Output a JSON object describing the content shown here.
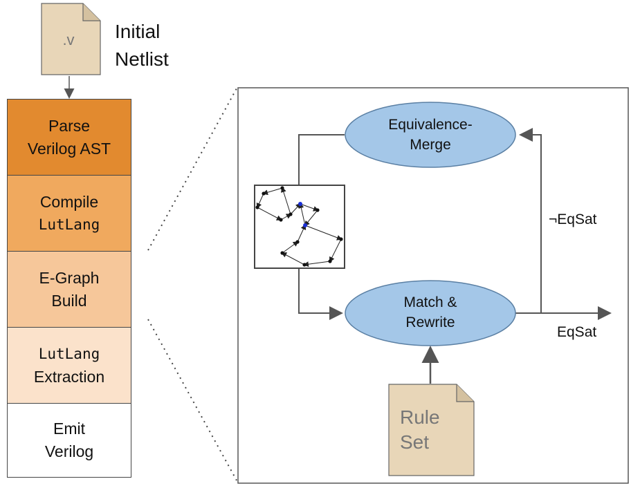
{
  "initial_file": {
    "ext": ".v",
    "label_line1": "Initial",
    "label_line2": "Netlist"
  },
  "pipeline": [
    {
      "line1": "Parse",
      "line2": "Verilog AST",
      "line1_mono": false,
      "line2_mono": false,
      "color": "#e28a2f"
    },
    {
      "line1": "Compile",
      "line2": "LutLang",
      "line1_mono": false,
      "line2_mono": true,
      "color": "#f0a95e"
    },
    {
      "line1": "E-Graph",
      "line2": "Build",
      "line1_mono": false,
      "line2_mono": false,
      "color": "#f6c79a"
    },
    {
      "line1": "LutLang",
      "line2": "Extraction",
      "line1_mono": true,
      "line2_mono": false,
      "color": "#fbe2cb"
    },
    {
      "line1": "Emit",
      "line2": "Verilog",
      "line1_mono": false,
      "line2_mono": false,
      "color": "#ffffff"
    }
  ],
  "detail": {
    "merge_line1": "Equivalence-",
    "merge_line2": "Merge",
    "rewrite_line1": "Match &",
    "rewrite_line2": "Rewrite",
    "not_eqsat": "¬EqSat",
    "eqsat": "EqSat",
    "rule_line1": "Rule",
    "rule_line2": "Set"
  },
  "colors": {
    "ellipse_fill": "#a4c7e8",
    "ellipse_stroke": "#5a7fa3",
    "file_fill": "#e8d6b8",
    "arrow": "#555555"
  }
}
